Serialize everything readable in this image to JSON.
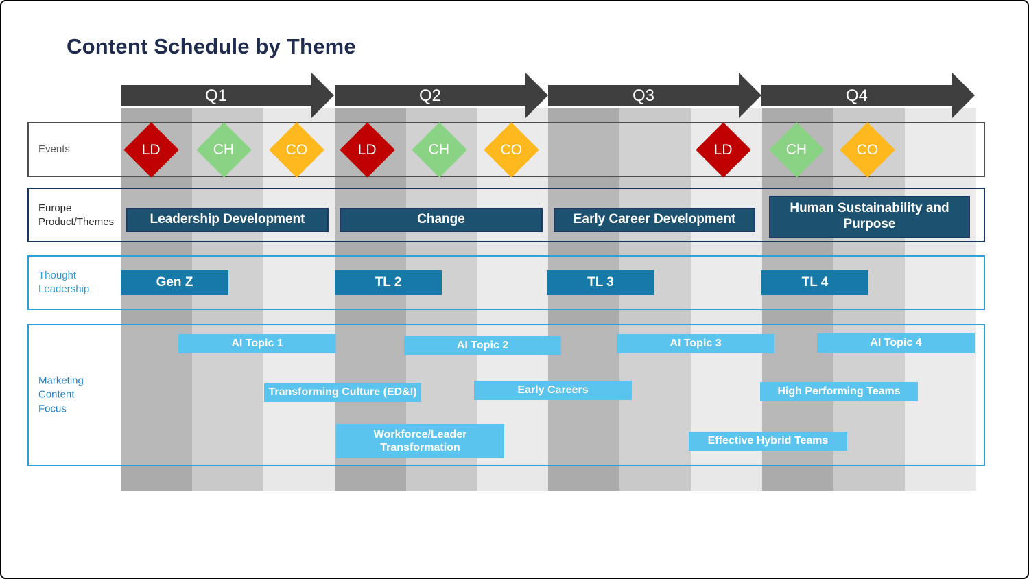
{
  "title": "Content Schedule by Theme",
  "timeline": {
    "quarters": [
      "Q1",
      "Q2",
      "Q3",
      "Q4"
    ],
    "months_per_quarter": 3
  },
  "events": {
    "label": "Events",
    "markers": [
      {
        "code": "LD",
        "color": "#C00000",
        "month": 1
      },
      {
        "code": "CH",
        "color": "#8AD384",
        "month": 2
      },
      {
        "code": "CO",
        "color": "#FFB91E",
        "month": 3
      },
      {
        "code": "LD",
        "color": "#C00000",
        "month": 4
      },
      {
        "code": "CH",
        "color": "#8AD384",
        "month": 5
      },
      {
        "code": "CO",
        "color": "#FFB91E",
        "month": 6
      },
      {
        "code": "LD",
        "color": "#C00000",
        "month": 9
      },
      {
        "code": "CH",
        "color": "#8AD384",
        "month": 10
      },
      {
        "code": "CO",
        "color": "#FFB91E",
        "month": 11
      }
    ]
  },
  "europe": {
    "label": "Europe Product/Themes",
    "bars": [
      {
        "label": "Leadership Development",
        "quarter": "Q1"
      },
      {
        "label": "Change",
        "quarter": "Q2"
      },
      {
        "label": "Early Career Development",
        "quarter": "Q3"
      },
      {
        "label": "Human Sustainability and Purpose",
        "quarter": "Q4"
      }
    ]
  },
  "thought_leadership": {
    "label": "Thought Leadership",
    "bars": [
      {
        "label": "Gen Z",
        "quarter": "Q1"
      },
      {
        "label": "TL 2",
        "quarter": "Q2"
      },
      {
        "label": "TL 3",
        "quarter": "Q3"
      },
      {
        "label": "TL 4",
        "quarter": "Q4"
      }
    ]
  },
  "marketing": {
    "label": "Marketing Content Focus",
    "bars": [
      {
        "label": "AI Topic 1",
        "row": 1,
        "months": "3-5"
      },
      {
        "label": "AI Topic 2",
        "row": 1,
        "months": "5-7"
      },
      {
        "label": "AI Topic 3",
        "row": 1,
        "months": "8-10"
      },
      {
        "label": "AI Topic 4",
        "row": 1,
        "months": "10-12"
      },
      {
        "label": "Transforming Culture (ED&I)",
        "row": 2,
        "months": "3-5"
      },
      {
        "label": "Early Careers",
        "row": 2,
        "months": "6-8"
      },
      {
        "label": "High Performing Teams",
        "row": 2,
        "months": "10-12"
      },
      {
        "label": "Workforce/Leader Transformation",
        "row": 3,
        "months": "4-6"
      },
      {
        "label": "Effective Hybrid Teams",
        "row": 3,
        "months": "9-11"
      }
    ]
  },
  "colors": {
    "title": "#1F2B4F",
    "arrow": "#3F3F3F",
    "stripe_dark": "#ABABAB",
    "stripe_mid": "#C9C9C9",
    "stripe_light": "#E8E8E8",
    "events_border": "#4D4D4D",
    "europe_border": "#17375E",
    "europe_bar": "#1C5170",
    "tl_border": "#2AA1DB",
    "tl_bar": "#1779A8",
    "marketing_bar": "#5BC4EE",
    "marker_red": "#C00000",
    "marker_green": "#8AD384",
    "marker_amber": "#FFB91E"
  }
}
